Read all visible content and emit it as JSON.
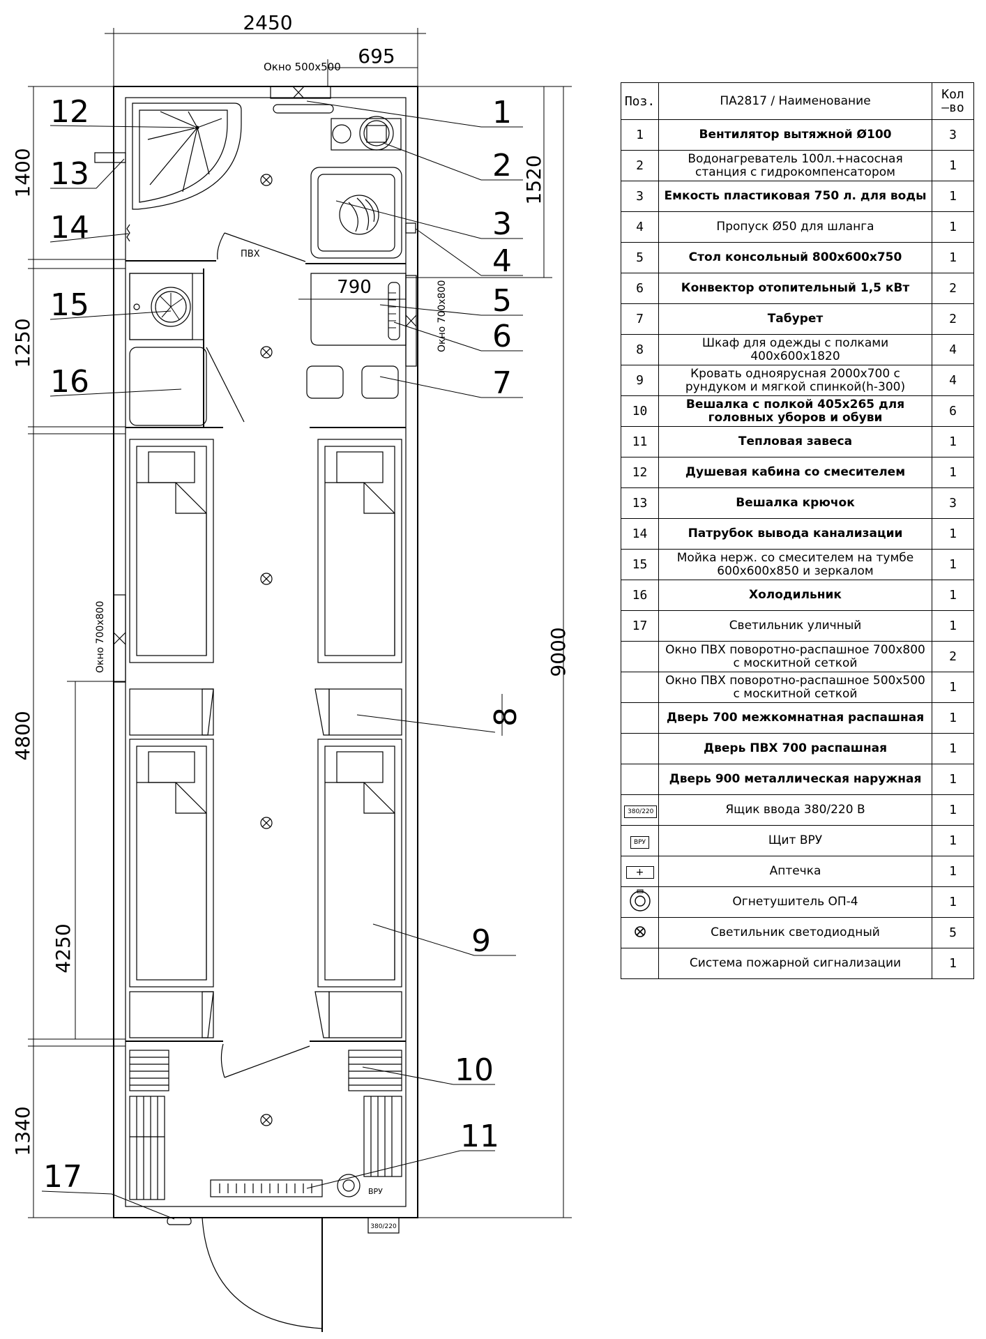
{
  "dimensions": {
    "total_width": "2450",
    "door_offset": "695",
    "total_length": "9000",
    "zone1_height": "1400",
    "zone2_height": "1250",
    "zone3_height": "4800",
    "zone4_height": "1340",
    "zone3_inner": "4250",
    "tank_zone": "1520",
    "table_width": "790"
  },
  "plan_labels": {
    "window_top": "Окно 500х500",
    "window_right": "Окно 700х800",
    "window_left": "Окно 700х800",
    "door_pvh": "ПВХ",
    "input_box": "380/220",
    "vru": "ВРУ"
  },
  "callouts": [
    "1",
    "2",
    "3",
    "4",
    "5",
    "6",
    "7",
    "8",
    "9",
    "10",
    "11",
    "12",
    "13",
    "14",
    "15",
    "16",
    "17"
  ],
  "table": {
    "header": {
      "pos": "Поз.",
      "name": "ПА2817 / Наименование",
      "qty": "Кол –во"
    },
    "rows": [
      {
        "pos": "1",
        "name": "Вентилятор вытяжной Ø100",
        "qty": "3",
        "bold": true
      },
      {
        "pos": "2",
        "name": "Водонагреватель 100л.+насосная станция с гидрокомпенсатором",
        "qty": "1"
      },
      {
        "pos": "3",
        "name": "Емкость пластиковая 750 л. для воды",
        "qty": "1",
        "bold": true
      },
      {
        "pos": "4",
        "name": "Пропуск Ø50 для шланга",
        "qty": "1"
      },
      {
        "pos": "5",
        "name": "Стол консольный 800х600х750",
        "qty": "1",
        "bold": true
      },
      {
        "pos": "6",
        "name": "Конвектор отопительный 1,5 кВт",
        "qty": "2",
        "bold": true
      },
      {
        "pos": "7",
        "name": "Табурет",
        "qty": "2",
        "bold": true
      },
      {
        "pos": "8",
        "name": "Шкаф для одежды с полками 400х600х1820",
        "qty": "4"
      },
      {
        "pos": "9",
        "name": "Кровать одноярусная 2000х700 с рундуком и мягкой спинкой(h-300)",
        "qty": "4"
      },
      {
        "pos": "10",
        "name": "Вешалка с полкой 405х265 для головных уборов и обуви",
        "qty": "6",
        "bold": true
      },
      {
        "pos": "11",
        "name": "Тепловая завеса",
        "qty": "1",
        "bold": true
      },
      {
        "pos": "12",
        "name": "Душевая кабина со смесителем",
        "qty": "1",
        "bold": true
      },
      {
        "pos": "13",
        "name": "Вешалка крючок",
        "qty": "3",
        "bold": true
      },
      {
        "pos": "14",
        "name": "Патрубок вывода канализации",
        "qty": "1",
        "bold": true
      },
      {
        "pos": "15",
        "name": "Мойка нерж. со смесителем на тумбе 600х600х850 и зеркалом",
        "qty": "1"
      },
      {
        "pos": "16",
        "name": "Холодильник",
        "qty": "1",
        "bold": true
      },
      {
        "pos": "17",
        "name": "Светильник уличный",
        "qty": "1"
      },
      {
        "pos": "",
        "name": "Окно ПВХ поворотно-распашное 700х800 с москитной сеткой",
        "qty": "2"
      },
      {
        "pos": "",
        "name": "Окно ПВХ поворотно-распашное 500х500 с москитной сеткой",
        "qty": "1"
      },
      {
        "pos": "",
        "name": "Дверь 700 межкомнатная распашная",
        "qty": "1",
        "bold": true
      },
      {
        "pos": "",
        "name": "Дверь ПВХ 700 распашная",
        "qty": "1",
        "bold": true
      },
      {
        "pos": "",
        "name": "Дверь 900 металлическая наружная",
        "qty": "1",
        "bold": true
      },
      {
        "pos": "380/220",
        "name": "Ящик ввода 380/220 В",
        "qty": "1",
        "icon": "input-box-icon"
      },
      {
        "pos": "ВРУ",
        "name": "Щит ВРУ",
        "qty": "1",
        "icon": "vru-panel-icon"
      },
      {
        "pos": "+",
        "name": "Аптечка",
        "qty": "1",
        "icon": "first-aid-icon"
      },
      {
        "pos": "",
        "name": "Огнетушитель ОП-4",
        "qty": "1",
        "icon": "extinguisher-icon"
      },
      {
        "pos": "",
        "name": "Светильник светодиодный",
        "qty": "5",
        "icon": "led-light-icon"
      },
      {
        "pos": "",
        "name": "Система пожарной сигнализации",
        "qty": "1"
      }
    ]
  }
}
